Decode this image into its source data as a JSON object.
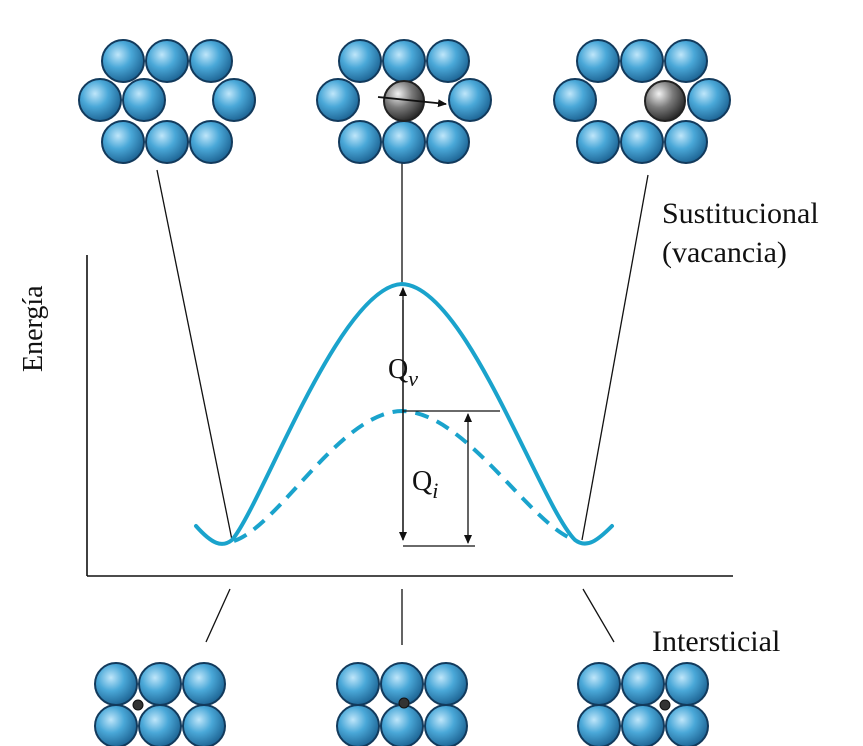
{
  "labels": {
    "y_axis": "Energía",
    "substitutional_line1": "Sustitucional",
    "substitutional_line2": "(vacancia)",
    "interstitial": "Intersticial",
    "qv_main": "Q",
    "qv_sub": "v",
    "qi_main": "Q",
    "qi_sub": "i"
  },
  "colors": {
    "curve": "#1aa3cc",
    "atom_fill": "#4aa8d8",
    "atom_edge": "#123a5c",
    "diffusing_atom": "#6b6b6b",
    "interstitial_atom": "#333333",
    "axis": "#111111"
  },
  "curves": [
    {
      "name": "substitutional",
      "style": "solid"
    },
    {
      "name": "interstitial",
      "style": "dashed"
    }
  ],
  "atom_diagrams": {
    "top": [
      "vacancy-before",
      "atom-moving",
      "vacancy-after"
    ],
    "bottom": [
      "interstitial-before",
      "interstitial-moving",
      "interstitial-after"
    ]
  }
}
